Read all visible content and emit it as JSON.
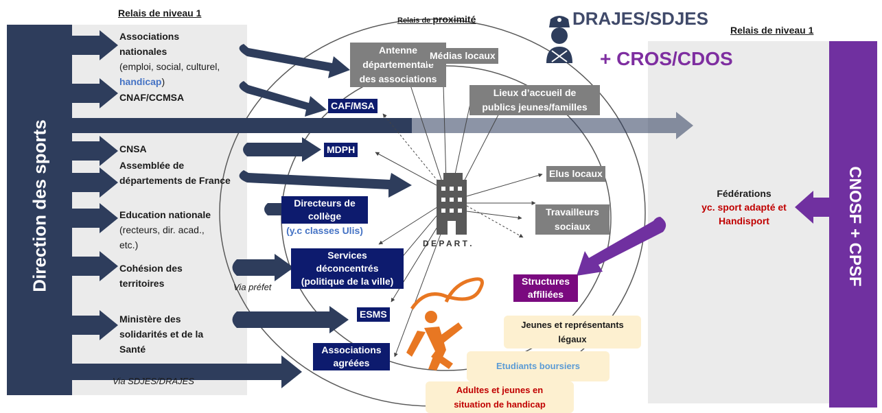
{
  "left_column": {
    "title": "Direction des sports",
    "header": "Relais de niveau 1",
    "items": [
      {
        "line1": "Associations",
        "line2": "nationales",
        "detail_pre": "(emploi, social, culturel,",
        "detail_highlight": "handicap",
        "detail_post": ")"
      },
      {
        "line1": "CNAF/CCMSA"
      },
      {
        "line1": "CNSA"
      },
      {
        "line1": "Assemblée de",
        "line2": "départements de France"
      },
      {
        "line1": "Education nationale",
        "detail_a": "(recteurs, dir. acad.,",
        "detail_b": "etc.)"
      },
      {
        "line1": "Cohésion des",
        "line2": "territoires"
      },
      {
        "line1": "Ministère des",
        "line2": "solidarités et de la",
        "line3": "Santé"
      }
    ],
    "via_prefet": "Via préfet",
    "via_sdjes": "Via SDJES/DRAJES"
  },
  "center": {
    "header_prefix": "Relais de ",
    "header_emph": "proximité",
    "building_label": "D E P A R T .",
    "navy_boxes": {
      "caf": "CAF/MSA",
      "mdph": "MDPH",
      "directeurs_1": "Directeurs de",
      "directeurs_2": "collège",
      "directeurs_note": "(y.c classes Ulis)",
      "services_1": "Services",
      "services_2": "déconcentrés",
      "services_3": "(politique de la ville)",
      "esms": "ESMS",
      "asso_1": "Associations",
      "asso_2": "agréées"
    },
    "grey_boxes": {
      "antenne_1": "Antenne",
      "antenne_2": "départementale",
      "antenne_3": "des associations",
      "medias": "Médias locaux",
      "lieux_1": "Lieux d’accueil de",
      "lieux_2": "publics jeunes/familles",
      "elus": "Elus locaux",
      "travailleurs_1": "Travailleurs",
      "travailleurs_2": "sociaux"
    },
    "structures_1": "Structures",
    "structures_2": "affiliées",
    "public": {
      "jeunes_1": "Jeunes et représentants",
      "jeunes_2": "légaux",
      "etudiants": "Etudiants boursiers",
      "adultes_1": "Adultes et jeunes en",
      "adultes_2": "situation de handicap"
    }
  },
  "right_column": {
    "drajes": "DRAJES/SDJES",
    "cros": "+ CROS/CDOS",
    "header": "Relais de niveau 1",
    "federations_title": "Fédérations",
    "federations_detail_1": "yc. sport adapté et",
    "federations_detail_2": "Handisport",
    "bar_title": "CNOSF + CPSF"
  },
  "colors": {
    "navy": "#0d1b6e",
    "dark_slate": "#2e3d5c",
    "grey_box": "#7f7f7f",
    "purple": "#7a0a7f",
    "purple_text": "#7e2ea0",
    "drajes_text": "#404a6a",
    "highlight_blue": "#4472c4",
    "red_text": "#c00000",
    "orange": "#e87722",
    "beige": "#fdf0d0"
  }
}
